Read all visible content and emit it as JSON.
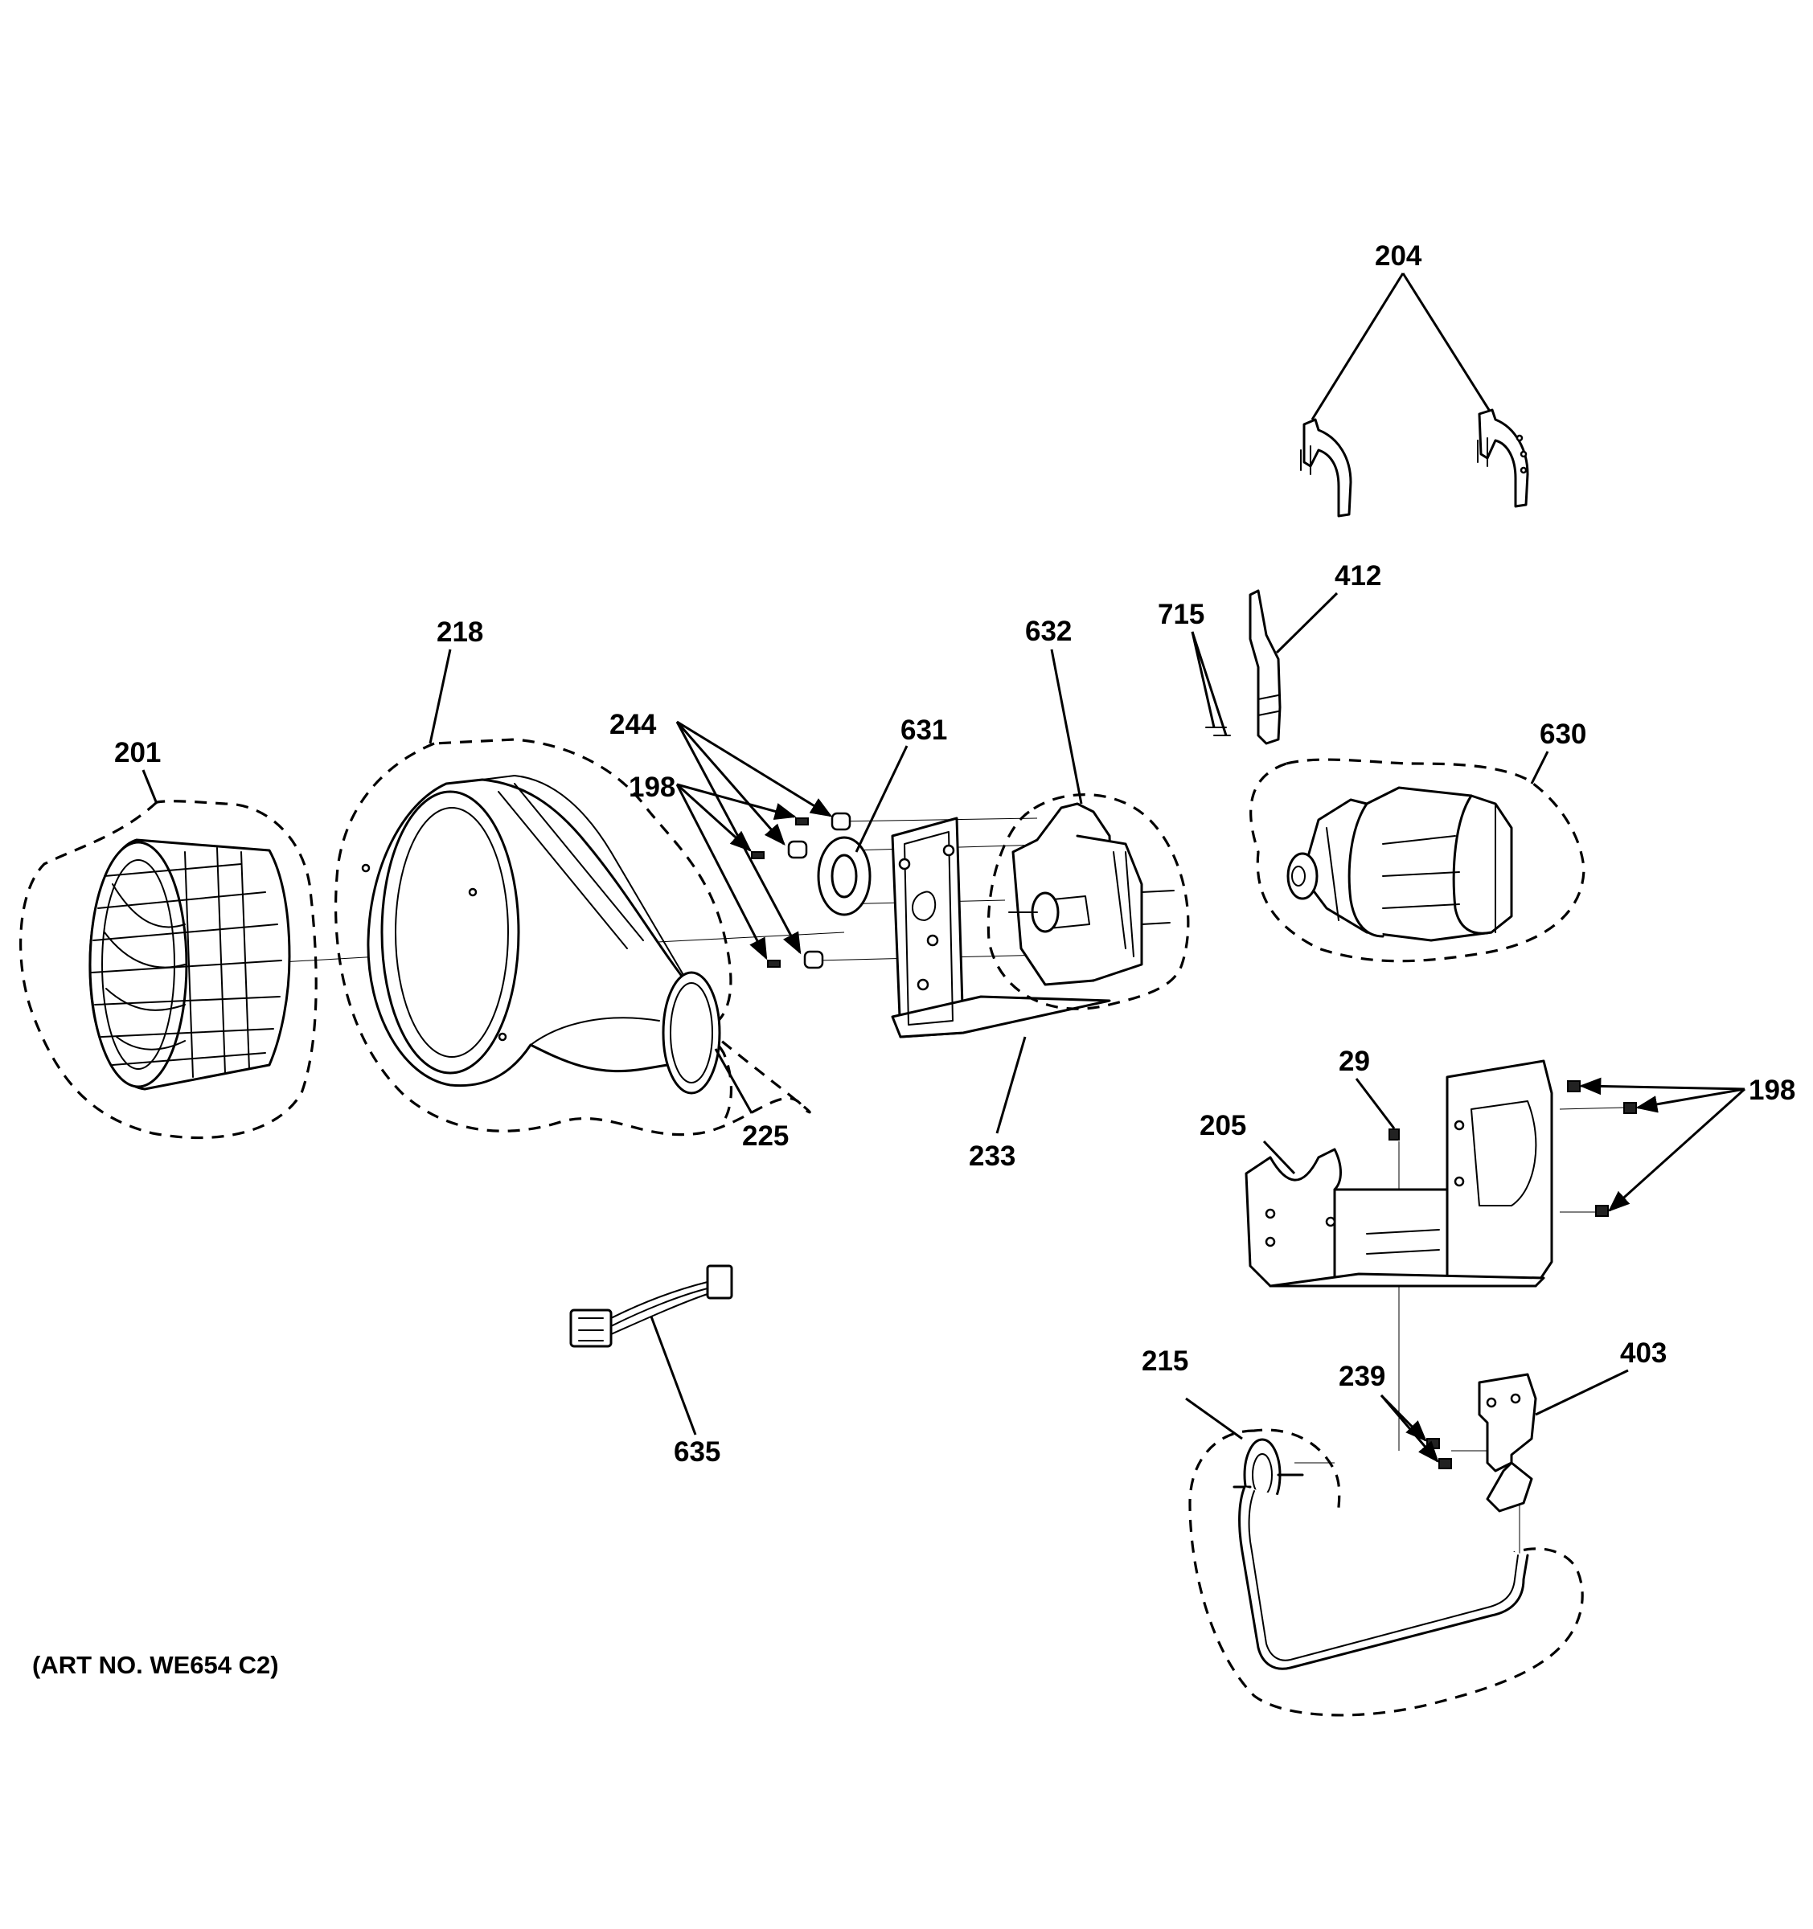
{
  "art_number": "(ART NO. WE654 C2)",
  "callouts": {
    "c201": "201",
    "c218": "218",
    "c225": "225",
    "c244": "244",
    "c198a": "198",
    "c631": "631",
    "c632": "632",
    "c233": "233",
    "c715": "715",
    "c412": "412",
    "c630": "630",
    "c204": "204",
    "c29": "29",
    "c205": "205",
    "c198b": "198",
    "c635": "635",
    "c215": "215",
    "c239": "239",
    "c403": "403"
  }
}
